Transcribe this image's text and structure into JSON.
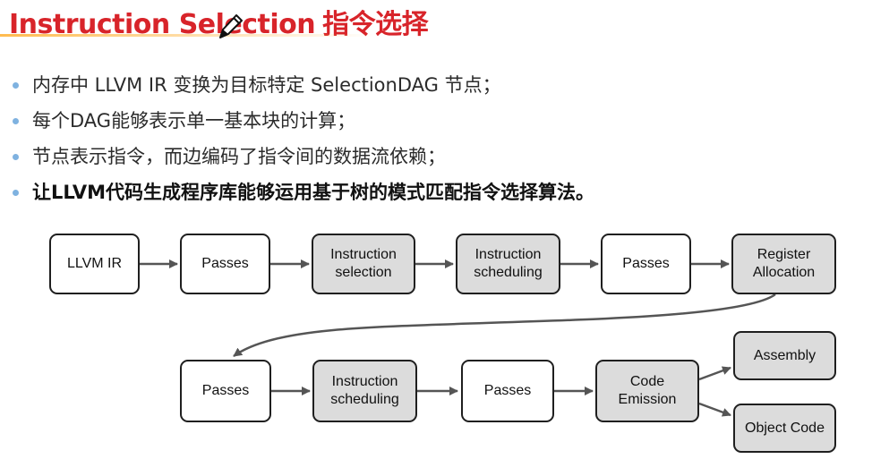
{
  "title": {
    "english": "Instruction Selection",
    "chinese": "指令选择"
  },
  "bullets": [
    "内存中 LLVM IR 变换为目标特定 SelectionDAG 节点；",
    "每个DAG能够表示单一基本块的计算；",
    "节点表示指令，而边编码了指令间的数据流依赖；",
    "让LLVM代码生成程序库能够运用基于树的模式匹配指令选择算法。"
  ],
  "pipeline": {
    "row1": [
      "LLVM IR",
      "Passes",
      "Instruction\nselection",
      "Instruction\nscheduling",
      "Passes",
      "Register\nAllocation"
    ],
    "row2": [
      "Passes",
      "Instruction\nscheduling",
      "Passes",
      "Code\nEmission"
    ],
    "outputs": [
      "Assembly",
      "Object Code"
    ]
  },
  "colors": {
    "title": "#d8242a",
    "bullet_dot": "#7fb2e0",
    "highlight_node": "#dcdcdc",
    "arrow": "#555555"
  }
}
